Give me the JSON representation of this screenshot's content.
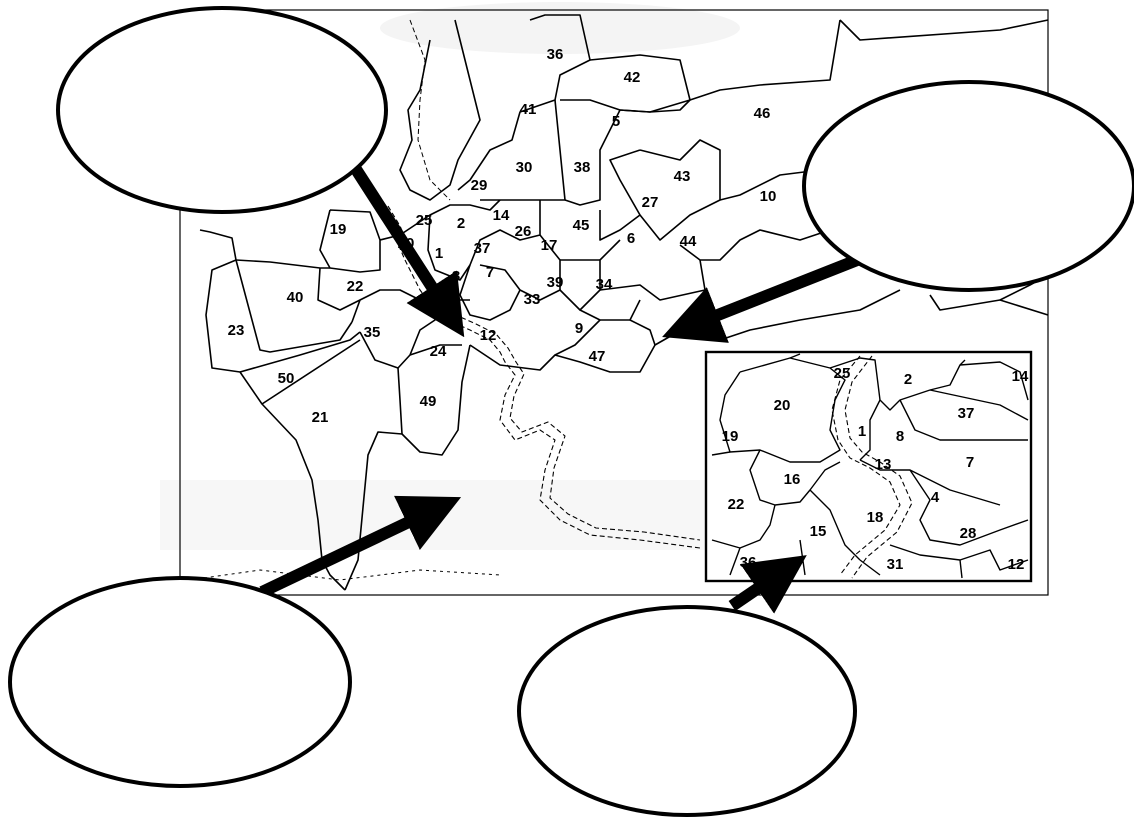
{
  "map": {
    "main_districts": [
      "36",
      "42",
      "41",
      "5",
      "46",
      "30",
      "38",
      "43",
      "27",
      "29",
      "10",
      "25",
      "2",
      "14",
      "26",
      "19",
      "45",
      "6",
      "44",
      "20",
      "1",
      "37",
      "17",
      "7",
      "39",
      "34",
      "22",
      "40",
      "33",
      "8",
      "23",
      "35",
      "12",
      "9",
      "24",
      "47",
      "50",
      "49",
      "21"
    ],
    "inset_districts": [
      "25",
      "2",
      "14",
      "20",
      "37",
      "19",
      "1",
      "8",
      "13",
      "7",
      "16",
      "4",
      "22",
      "18",
      "15",
      "28",
      "36",
      "31",
      "12"
    ],
    "callouts": [
      {
        "label": ""
      },
      {
        "label": ""
      },
      {
        "label": ""
      },
      {
        "label": ""
      }
    ]
  },
  "colors": {
    "ink": "#000000",
    "background": "#ffffff",
    "faint": "#f2f2f2"
  }
}
